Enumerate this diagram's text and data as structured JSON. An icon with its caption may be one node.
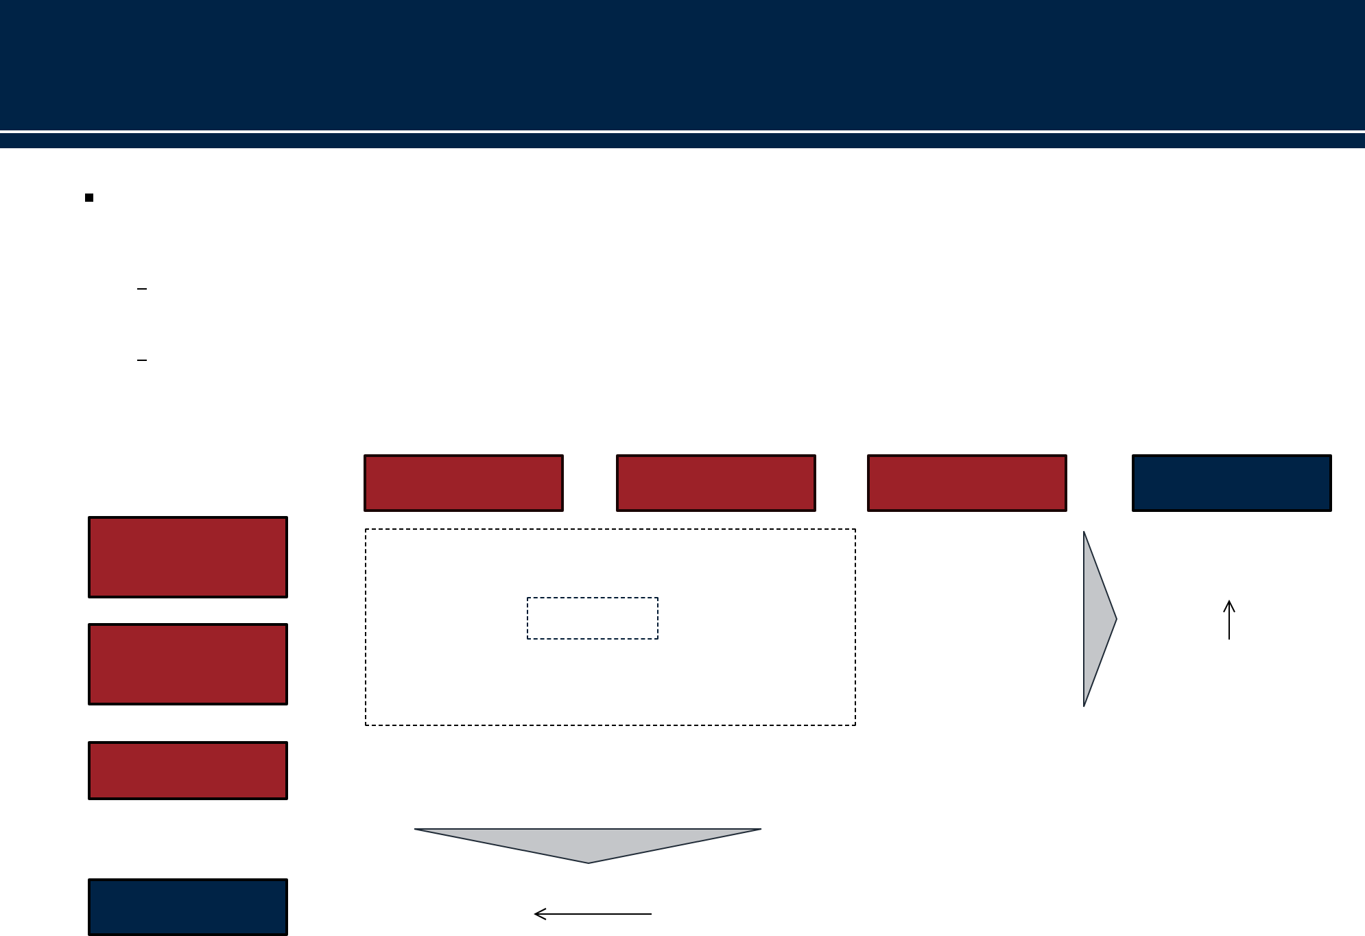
{
  "diagram": {
    "nodes": [
      {
        "text": [],
        "shape": "bar"
      },
      {
        "text": [],
        "shape": "box"
      },
      {
        "text": [],
        "shape": "box"
      },
      {
        "text": [],
        "shape": "box"
      },
      {
        "text": [],
        "shape": "box"
      },
      {
        "text": [],
        "shape": "box"
      },
      {
        "text": [],
        "shape": "box"
      },
      {
        "text": [],
        "shape": "box"
      },
      {
        "text": [],
        "shape": "box"
      },
      {
        "text": [],
        "shape": "box"
      },
      {
        "text": [],
        "shape": "box",
        "in": 9
      }
    ]
  }
}
